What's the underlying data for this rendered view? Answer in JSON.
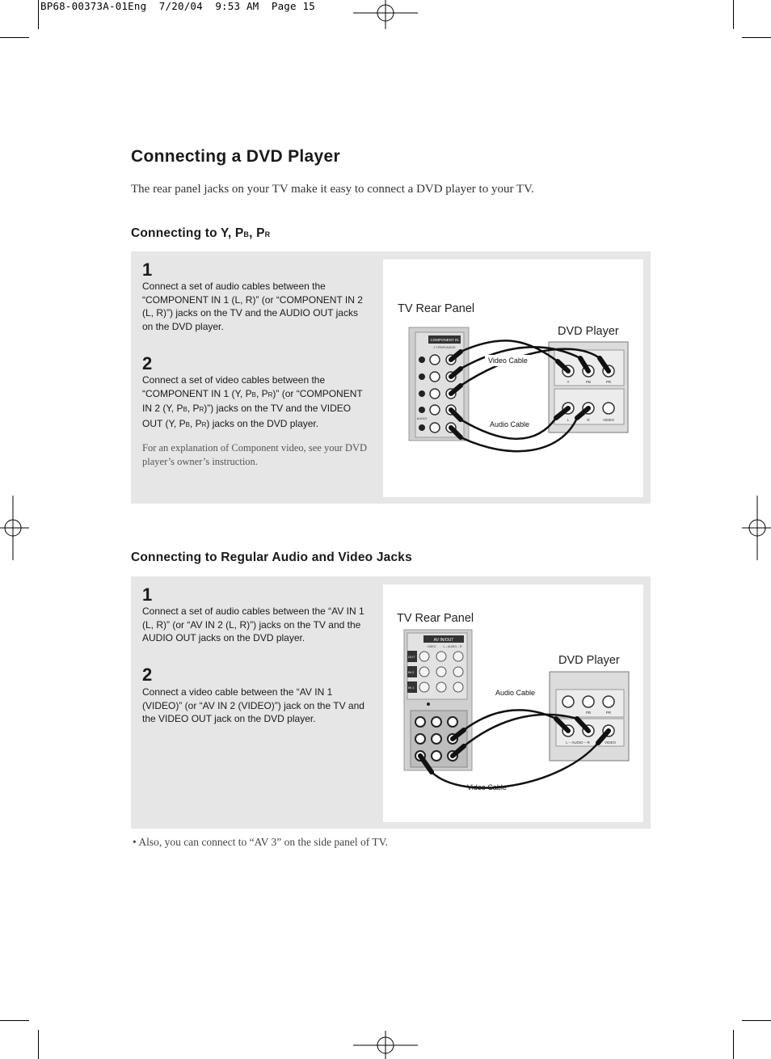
{
  "slug": "BP68-00373A-01Eng  7/20/04  9:53 AM  Page 15",
  "page_title": "Connecting a DVD Player",
  "intro": "The rear panel jacks on your TV make it easy to connect a DVD player to your TV.",
  "section1": {
    "heading_main": "Connecting to Y, P",
    "heading_b": "B",
    "heading_sep": ", P",
    "heading_r": "R",
    "steps": [
      {
        "num": "1",
        "text": "Connect a set of audio cables between the “COMPONENT IN 1 (L, R)” (or “COMPONENT IN 2 (L, R)”) jacks on the TV and the AUDIO OUT jacks on the DVD player."
      },
      {
        "num": "2",
        "t1": "Connect a set of video cables between the “COMPONENT IN 1 (Y, P",
        "t2": "B",
        "t3": ", P",
        "t4": "R",
        "t5": ")” (or “COMPONENT IN 2 (Y, P",
        "t6": "B",
        "t7": ", P",
        "t8": "R",
        "t9": ")”) jacks on the TV and the VIDEO OUT (Y, P",
        "t10": "B",
        "t11": ", P",
        "t12": "R",
        "t13": ") jacks on the DVD player."
      }
    ],
    "note": "For an explanation of Component video, see your DVD player’s owner’s instruction.",
    "figure": {
      "tv_label": "TV Rear Panel",
      "dvd_label": "DVD Player",
      "video_cable": "Video Cable",
      "audio_cable": "Audio Cable",
      "tv_panel_header": "COMPONENT IN",
      "tv_panel_sub": "1 Y/Pb/Pr/AUDIO",
      "audio_side": "AUDIO",
      "dvd_jacks": [
        "Y",
        "PB",
        "PR",
        "L",
        "R",
        "VIDEO"
      ]
    }
  },
  "section2": {
    "heading": "Connecting to Regular Audio and Video Jacks",
    "steps": [
      {
        "num": "1",
        "text": "Connect a set of audio cables between the “AV IN 1 (L, R)” (or “AV IN 2 (L, R)”) jacks on the TV and the AUDIO OUT jacks on the DVD player."
      },
      {
        "num": "2",
        "text": "Connect a video cable between the “AV IN 1 (VIDEO)” (or “AV IN 2 (VIDEO)”) jack on the TV and the VIDEO OUT jack on the DVD player."
      }
    ],
    "figure": {
      "tv_label": "TV Rear Panel",
      "dvd_label": "DVD Player",
      "audio_cable": "Audio Cable",
      "video_cable": "Video Cable",
      "tv_panel_header": "AV IN/OUT",
      "row_labels": [
        "OUT",
        "IN 2",
        "IN 1"
      ],
      "col_labels": [
        "VIDEO",
        "L – AUDIO – R"
      ],
      "dvd_jacks": [
        "PB",
        "PR",
        "L – AUDIO – R",
        "VIDEO"
      ]
    }
  },
  "bullet": "•  Also, you can connect to “AV 3” on the side panel of TV."
}
